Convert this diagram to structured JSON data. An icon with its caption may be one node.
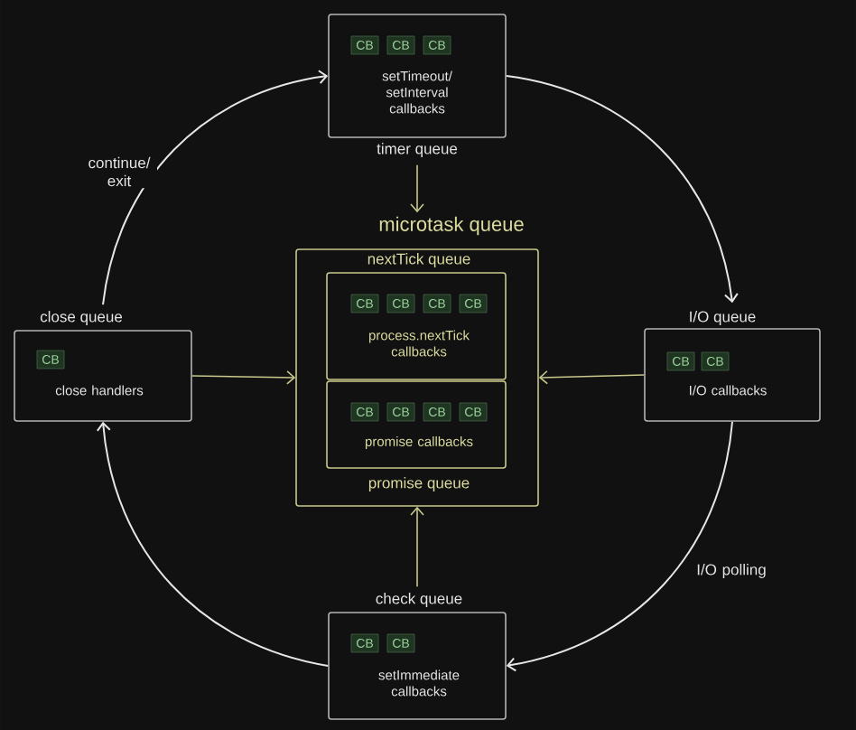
{
  "diagram": {
    "nodes": [
      {
        "text": [
          "setTimeout/ setInterval callbacks",
          "timer queue"
        ]
      },
      {
        "text": [
          "CB"
        ],
        "in": 0
      },
      {
        "text": [
          "CB"
        ],
        "in": 0
      },
      {
        "text": [
          "CB"
        ],
        "in": 0
      },
      {
        "text": [
          "close queue",
          "close handlers"
        ]
      },
      {
        "text": [
          "CB"
        ],
        "in": 4
      },
      {
        "text": [
          "microtask queue"
        ]
      },
      {
        "text": [
          "nextTick queue",
          "process.nextTick callbacks"
        ],
        "in": 6
      },
      {
        "text": [
          "CB"
        ],
        "in": 7
      },
      {
        "text": [
          "CB"
        ],
        "in": 7
      },
      {
        "text": [
          "CB"
        ],
        "in": 7
      },
      {
        "text": [
          "CB"
        ],
        "in": 7
      },
      {
        "text": [
          "promise callbacks",
          "promise queue"
        ],
        "in": 6
      },
      {
        "text": [
          "CB"
        ],
        "in": 12
      },
      {
        "text": [
          "CB"
        ],
        "in": 12
      },
      {
        "text": [
          "CB"
        ],
        "in": 12
      },
      {
        "text": [
          "CB"
        ],
        "in": 12
      },
      {
        "text": [
          "I/O queue",
          "I/O callbacks"
        ]
      },
      {
        "text": [
          "CB"
        ],
        "in": 17
      },
      {
        "text": [
          "CB"
        ],
        "in": 17
      },
      {
        "text": [
          "check queue",
          "setImmediate callbacks"
        ]
      },
      {
        "text": [
          "CB"
        ],
        "in": 20
      },
      {
        "text": [
          "CB"
        ],
        "in": 20
      }
    ],
    "edges": [
      {
        "from": 0,
        "to": 17,
        "arrow": "to"
      },
      {
        "from": 17,
        "to": 20,
        "arrow": "to",
        "label": "I/O polling"
      },
      {
        "from": 20,
        "to": 4,
        "arrow": "to"
      },
      {
        "from": 4,
        "to": 0,
        "arrow": "to",
        "label": "continue/ exit"
      },
      {
        "from": 0,
        "to": 6,
        "arrow": "to",
        "color": "#c8c88c"
      },
      {
        "from": 4,
        "to": 6,
        "arrow": "to",
        "color": "#c8c88c"
      },
      {
        "from": 17,
        "to": 6,
        "arrow": "to",
        "color": "#c8c88c"
      },
      {
        "from": 20,
        "to": 6,
        "arrow": "to",
        "color": "#c8c88c"
      }
    ]
  }
}
